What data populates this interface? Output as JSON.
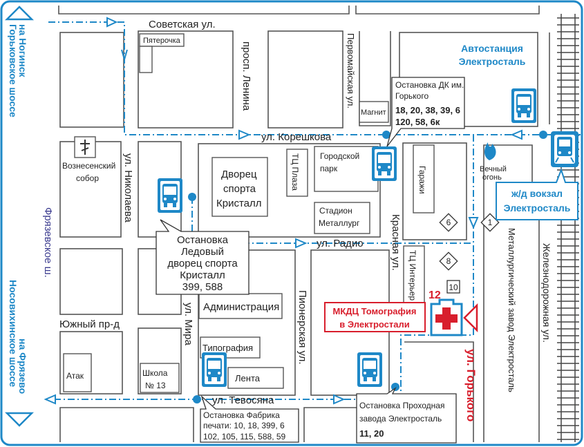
{
  "colors": {
    "frame": "#1e88c7",
    "route": "#1e88c7",
    "road_label_dark": "#222222",
    "accent_red": "#d81e2c",
    "block_stroke": "#555555"
  },
  "side_labels": {
    "top_left_1": "на Ногинск",
    "top_left_2": "Горьковское шоссе",
    "bottom_left_1": "Носовихинское шоссе",
    "bottom_left_2": "на Фрязево"
  },
  "streets": {
    "sovetskaya": "Советская ул.",
    "lenina": "просп. Ленина",
    "pervomaiskaya": "Первомайская ул.",
    "koreshkova": "ул. Корешкова",
    "nikolaeva": "ул. Николаева",
    "fryazevskoe": "Фрязевское ш.",
    "radio": "ул. Радио",
    "krasnaya": "Красная ул.",
    "pionerskaya": "Пионерская ул.",
    "yuzhny": "Южный пр-д",
    "mira": "ул. Мира",
    "tevosyana": "ул. Тевосяна",
    "gorkogo": "ул. Горького",
    "zheleznodorozhnaya": "Железнодорожная ул.",
    "zavod": "Металлургический завод Электросталь"
  },
  "buildings": {
    "pyaterochka": "Пятерочка",
    "magnit": "Магнит",
    "sobor_1": "Вознесенский",
    "sobor_2": "собор",
    "dvorets_1": "Дворец",
    "dvorets_2": "спорта",
    "dvorets_3": "Кристалл",
    "tc_plaza": "ТЦ Плаза",
    "park_1": "Городской",
    "park_2": "парк",
    "stadion_1": "Стадион",
    "stadion_2": "Металлург",
    "garazhi": "Гаражи",
    "tc_interer": "ТЦ Интерьер",
    "administratsiya": "Администрация",
    "tipografiya": "Типография",
    "lenta": "Лента",
    "atak": "Атак",
    "shkola_1": "Школа",
    "shkola_2": "№ 13",
    "vechny_1": "Вечный",
    "vechny_2": "огонь"
  },
  "house_numbers": {
    "n6": "6",
    "n8": "8",
    "n1": "1",
    "n10": "10",
    "n12": "12"
  },
  "stops": {
    "dk_gorkogo": {
      "title_1": "Остановка ДК им.",
      "title_2": "Горького",
      "routes_1": "18, 20, 38, 39, 6",
      "routes_2": "120, 58, 6к"
    },
    "ledovy": {
      "line_1": "Остановка",
      "line_2": "Ледовый",
      "line_3": "дворец спорта",
      "line_4": "Кристалл",
      "routes": "399, 588"
    },
    "fabrika": {
      "title": "Остановка Фабрика",
      "routes_1": "печати: 10, 18, 399, 6",
      "routes_2": "102, 105, 115, 588, 59"
    },
    "prokhodnaya": {
      "title_1": "Остановка Проходная",
      "title_2": "завода Электросталь",
      "routes": "11, 20"
    }
  },
  "stations": {
    "avtostantsiya_1": "Автостанция",
    "avtostantsiya_2": "Электросталь",
    "vokzal_1": "ж/д вокзал",
    "vokzal_2": "Электросталь"
  },
  "clinic": {
    "name_1": "МКДЦ Томография",
    "name_2": "в Электростали"
  }
}
